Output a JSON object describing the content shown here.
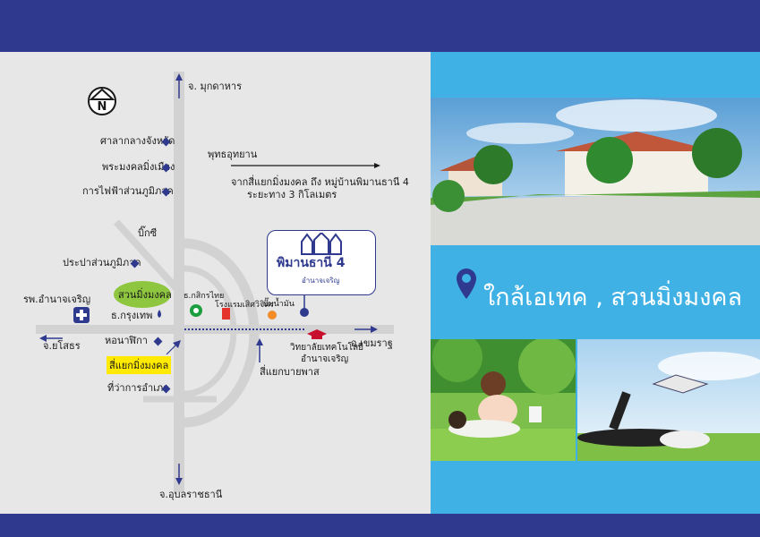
{
  "tagline": "ใกล้เอเทค , สวนมิ่งมงคล",
  "logo": {
    "title": "พิมานธานี 4",
    "subtitle": "อำนาจเจริญ"
  },
  "route": {
    "line1": "จากสี่แยกมิ่งมงคล ถึง หมู่บ้านพิมานธานี 4",
    "line2": "ระยะทาง 3 กิโลเมตร"
  },
  "roads": {
    "north": "จ. มุกดาหาร",
    "south": "จ.อุบลราชธานี",
    "west": "จ.ยโสธร",
    "east": "อ.เขมราฐ",
    "bypass": "สี่แยกบายพาส",
    "phuttha": "พุทธอุทยาน"
  },
  "places": {
    "court": "ศาลากลางจังหวัด",
    "shrine": "พระมงคลมิ่งเมือง",
    "pea": "การไฟฟ้าส่วนภูมิภาค",
    "bigc": "บิ๊กซี",
    "pwa": "ประปาส่วนภูมิภาค",
    "park": "สวนมิ่งมงคล",
    "hospital": "รพ.อำนาจเจริญ",
    "bangkokbank": "ธ.กรุงเทพ",
    "kbank": "ธ.กสิกรไทย",
    "hotel": "โรงแรมเสิศวิจิตร",
    "gas": "ปั๊มน้ำมัน",
    "clock": "หอนาฬิกา",
    "junction": "สี่แยกมิ่งมงคล",
    "district": "ที่ว่าการอำเภอ",
    "college1": "วิทยาลัยเทคโนโลยี",
    "college2": "อำนาจเจริญ"
  },
  "north_letter": "N",
  "colors": {
    "navy": "#2f3a8f",
    "sky": "#3fb1e5",
    "park": "#8ec63f",
    "highlight": "#ffea00",
    "road": "#d2d2d2"
  }
}
